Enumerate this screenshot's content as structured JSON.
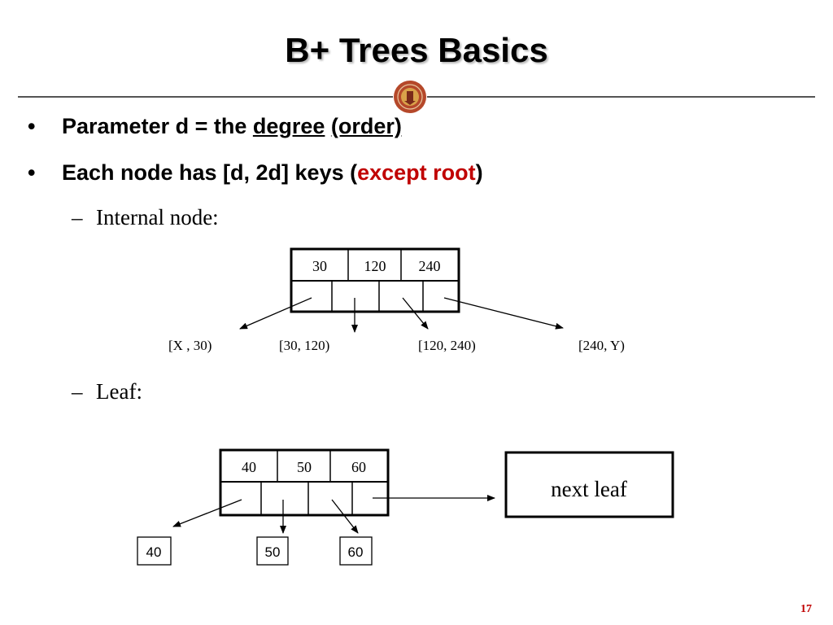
{
  "slide": {
    "title": "B+ Trees Basics",
    "page_number": "17"
  },
  "bullets": [
    {
      "pre": "Parameter d = the ",
      "term1": "degree",
      "space": " ",
      "term2": "(order)"
    },
    {
      "pre": "Each node has [d, 2d] keys (",
      "highlight": "except root",
      "post": ")"
    }
  ],
  "sub_bullets": {
    "internal_label": "Internal node:",
    "leaf_label": "Leaf:"
  },
  "internal_node": {
    "keys": [
      "30",
      "120",
      "240"
    ],
    "ranges": [
      "[X , 30)",
      "[30, 120)",
      "[120, 240)",
      "[240, Y)"
    ]
  },
  "leaf_node": {
    "keys": [
      "40",
      "50",
      "60"
    ],
    "records": [
      "40",
      "50",
      "60"
    ],
    "next_leaf_label": "next leaf"
  },
  "colors": {
    "highlight": "#c00000",
    "rule": "#555555"
  },
  "icons": {
    "bullet": "•",
    "dash": "–"
  }
}
